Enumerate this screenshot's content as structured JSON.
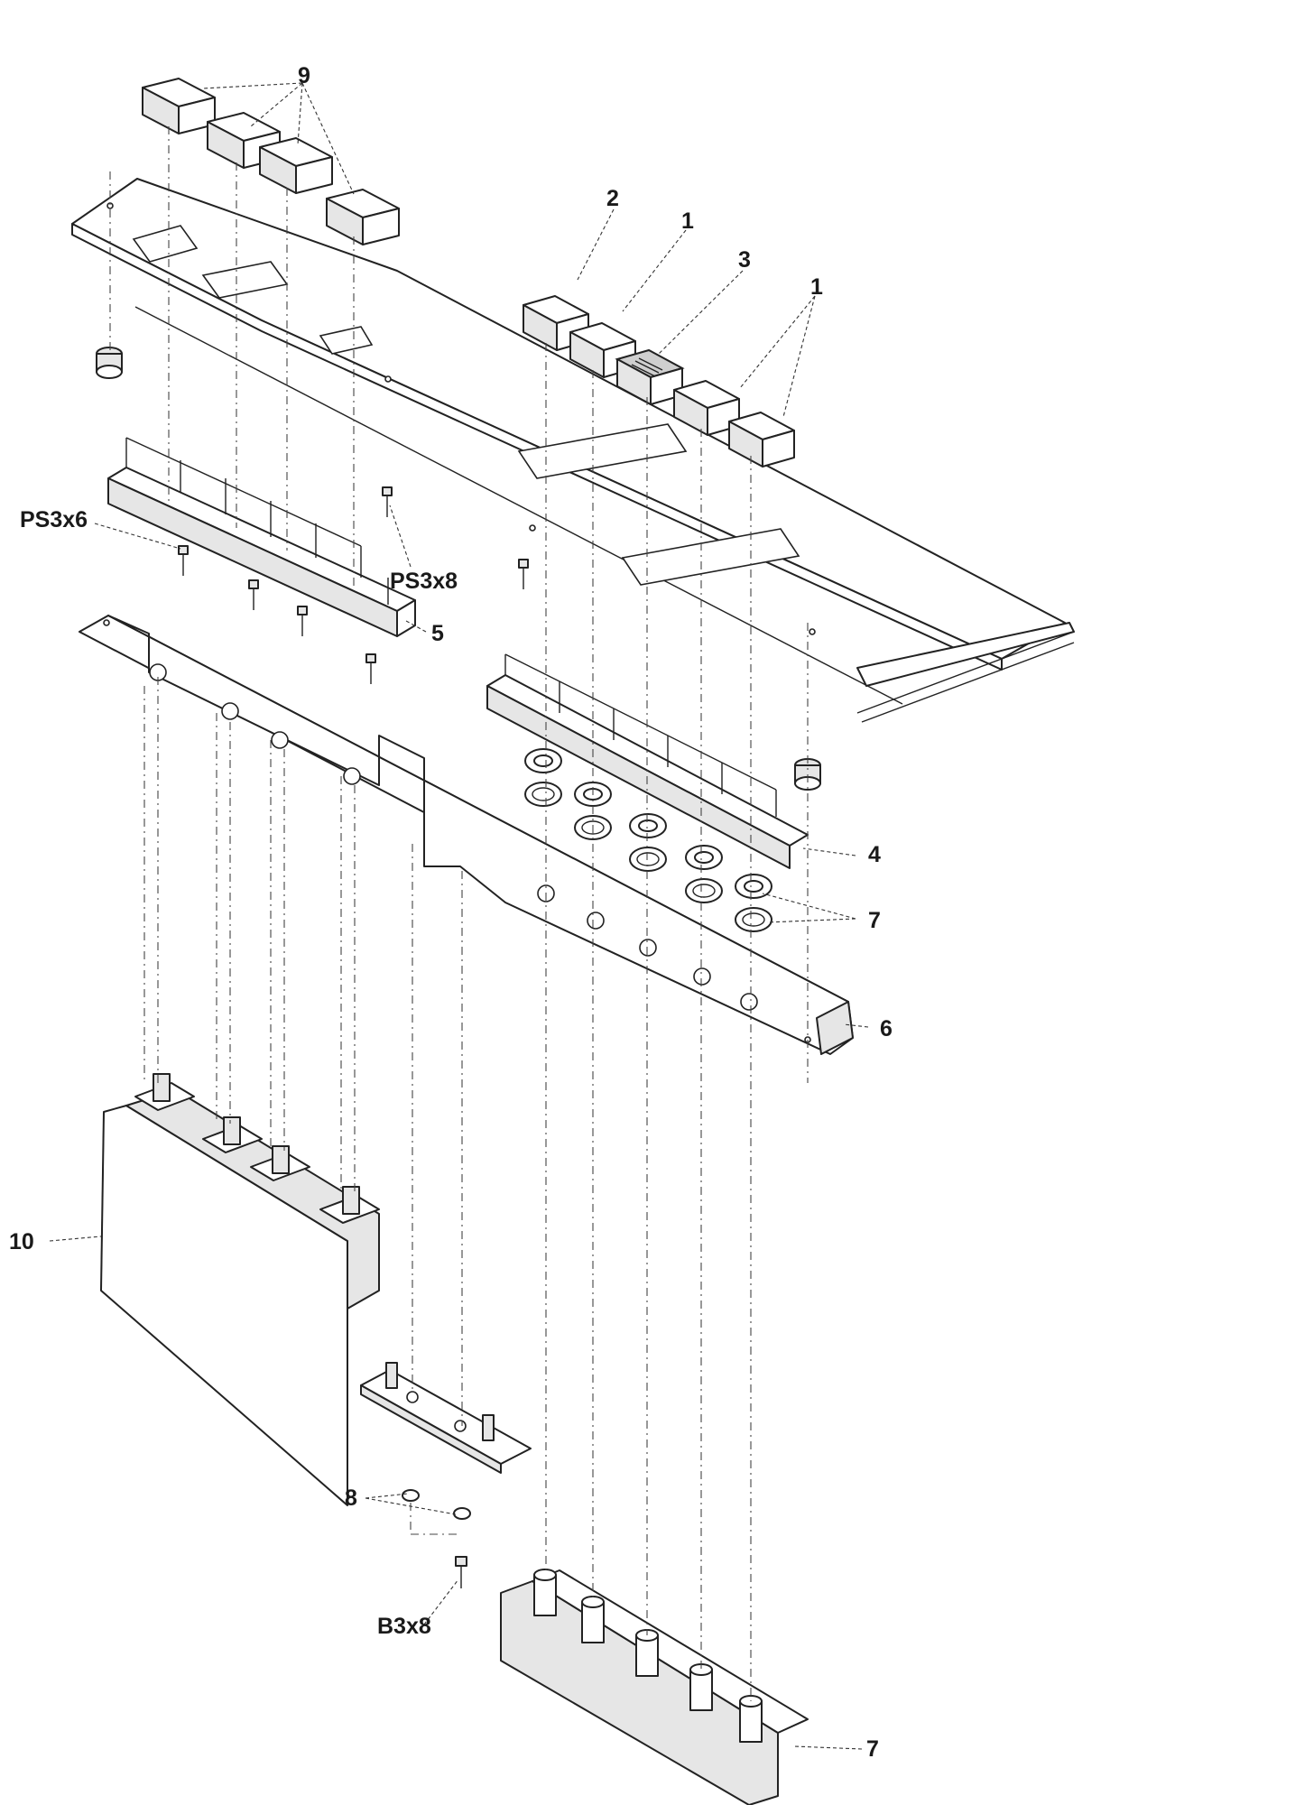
{
  "labels": {
    "l9": "9",
    "l2": "2",
    "l1a": "1",
    "l3": "3",
    "l1b": "1",
    "ps3x6": "PS3x6",
    "ps3x8": "PS3x8",
    "l5": "5",
    "l4": "4",
    "l7a": "7",
    "l6": "6",
    "l10": "10",
    "l8": "8",
    "b3x8": "B3x8",
    "l7b": "7"
  }
}
